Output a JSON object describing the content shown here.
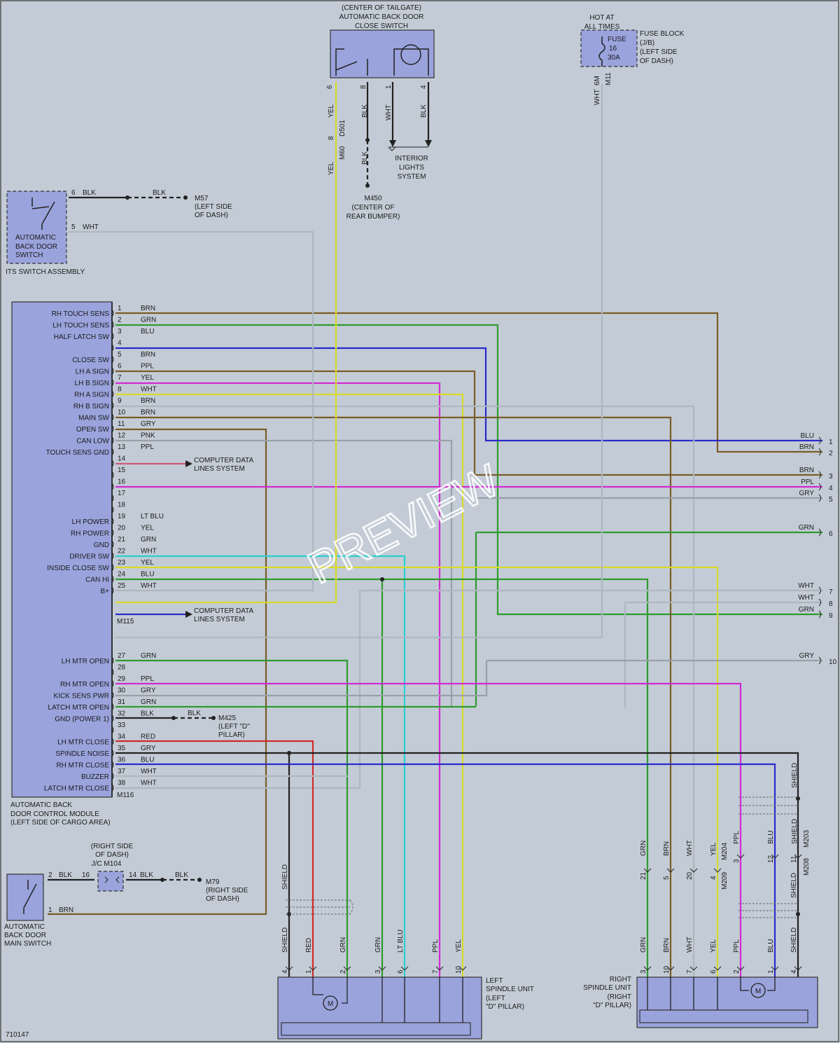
{
  "diagram_id": "710147",
  "watermark": "PREVIEW",
  "colors": {
    "brn": "#7a5c26",
    "grn": "#2f9a2f",
    "blu": "#2a2acc",
    "ppl": "#d22ad2",
    "yel": "#d9d92a",
    "wht": "#aeb6bf",
    "gry": "#98a0a8",
    "pnk": "#cc5a7a",
    "ltblu": "#2ad0d0",
    "red": "#d02a2a",
    "blk": "#222222",
    "bg": "#c3ccd6",
    "comp": "#9aa3dc"
  },
  "top_switch": {
    "lines": [
      "(CENTER OF TAILGATE)",
      "AUTOMATIC BACK DOOR",
      "CLOSE SWITCH"
    ],
    "pins": [
      "6",
      "8",
      "1",
      "4"
    ],
    "wires": [
      "YEL",
      "BLK",
      "WHT",
      "BLK"
    ]
  },
  "connector_d501": {
    "pin": "8",
    "name": "D501",
    "name2": "M60",
    "wire": "YEL"
  },
  "ground_m450": {
    "wire": "BLK",
    "lines": [
      "M450",
      "(CENTER OF",
      "REAR BUMPER)"
    ]
  },
  "interior_lights": [
    "INTERIOR",
    "LIGHTS",
    "SYSTEM"
  ],
  "fuse": {
    "hot": [
      "HOT AT",
      "ALL TIMES"
    ],
    "inner": [
      "FUSE",
      "16",
      "30A"
    ],
    "lines": [
      "FUSE BLOCK",
      "(J/B)",
      "(LEFT SIDE",
      "OF DASH)"
    ],
    "pin": "6M",
    "conn": "M11",
    "wire": "WHT"
  },
  "its_switch": {
    "inner": [
      "AUTOMATIC",
      "BACK DOOR",
      "SWITCH"
    ],
    "name": "ITS SWITCH ASSEMBLY",
    "p6": "6",
    "w6": "BLK",
    "w6b": "BLK",
    "p5": "5",
    "w5": "WHT",
    "ground": [
      "M57",
      "(LEFT SIDE",
      "OF DASH)"
    ]
  },
  "module": {
    "lines": [
      "AUTOMATIC BACK",
      "DOOR CONTROL MODULE",
      "(LEFT SIDE OF CARGO AREA)"
    ],
    "conn1": "M115",
    "conn2": "M116",
    "data_lines_1": [
      "COMPUTER DATA",
      "LINES SYSTEM"
    ],
    "data_lines_2": [
      "COMPUTER DATA",
      "LINES SYSTEM"
    ],
    "m425": [
      "M425",
      "(LEFT \"D\"",
      "PILLAR)"
    ],
    "blk32b": "BLK",
    "pins": [
      {
        "n": "1",
        "sig": "RH TOUCH SENS",
        "wire": "BRN"
      },
      {
        "n": "2",
        "sig": "LH TOUCH SENS",
        "wire": "GRN"
      },
      {
        "n": "3",
        "sig": "HALF LATCH SW",
        "wire": "BLU"
      },
      {
        "n": "4",
        "sig": "",
        "wire": ""
      },
      {
        "n": "5",
        "sig": "CLOSE SW",
        "wire": "BRN"
      },
      {
        "n": "6",
        "sig": "LH A SIGN",
        "wire": "PPL"
      },
      {
        "n": "7",
        "sig": "LH B SIGN",
        "wire": "YEL"
      },
      {
        "n": "8",
        "sig": "RH A SIGN",
        "wire": "WHT"
      },
      {
        "n": "9",
        "sig": "RH B SIGN",
        "wire": "BRN"
      },
      {
        "n": "10",
        "sig": "MAIN SW",
        "wire": "BRN"
      },
      {
        "n": "11",
        "sig": "OPEN SW",
        "wire": "GRY"
      },
      {
        "n": "12",
        "sig": "CAN LOW",
        "wire": "PNK"
      },
      {
        "n": "13",
        "sig": "TOUCH SENS GND",
        "wire": "PPL"
      },
      {
        "n": "14",
        "sig": "",
        "wire": ""
      },
      {
        "n": "15",
        "sig": "",
        "wire": ""
      },
      {
        "n": "16",
        "sig": "",
        "wire": ""
      },
      {
        "n": "17",
        "sig": "",
        "wire": ""
      },
      {
        "n": "18",
        "sig": "",
        "wire": ""
      },
      {
        "n": "19",
        "sig": "LH POWER",
        "wire": "LT BLU"
      },
      {
        "n": "20",
        "sig": "RH POWER",
        "wire": "YEL"
      },
      {
        "n": "21",
        "sig": "GND",
        "wire": "GRN"
      },
      {
        "n": "22",
        "sig": "DRIVER SW",
        "wire": "WHT"
      },
      {
        "n": "23",
        "sig": "INSIDE CLOSE SW",
        "wire": "YEL"
      },
      {
        "n": "24",
        "sig": "CAN HI",
        "wire": "BLU"
      },
      {
        "n": "25",
        "sig": "B+",
        "wire": "WHT"
      },
      {
        "n": "27",
        "sig": "LH MTR OPEN",
        "wire": "GRN"
      },
      {
        "n": "28",
        "sig": "",
        "wire": ""
      },
      {
        "n": "29",
        "sig": "RH MTR OPEN",
        "wire": "PPL"
      },
      {
        "n": "30",
        "sig": "KICK SENS PWR",
        "wire": "GRY"
      },
      {
        "n": "31",
        "sig": "LATCH MTR OPEN",
        "wire": "GRN"
      },
      {
        "n": "32",
        "sig": "GND (POWER 1)",
        "wire": "BLK"
      },
      {
        "n": "33",
        "sig": "",
        "wire": ""
      },
      {
        "n": "34",
        "sig": "LH MTR CLOSE",
        "wire": "RED"
      },
      {
        "n": "35",
        "sig": "SPINDLE NOISE",
        "wire": "GRY"
      },
      {
        "n": "36",
        "sig": "RH MTR CLOSE",
        "wire": "BLU"
      },
      {
        "n": "37",
        "sig": "BUZZER",
        "wire": "WHT"
      },
      {
        "n": "38",
        "sig": "LATCH MTR CLOSE",
        "wire": "WHT"
      }
    ]
  },
  "right_terminals": [
    {
      "n": "1",
      "wire": "BLU"
    },
    {
      "n": "2",
      "wire": "BRN"
    },
    {
      "n": "3",
      "wire": "BRN"
    },
    {
      "n": "4",
      "wire": "PPL"
    },
    {
      "n": "5",
      "wire": "GRY"
    },
    {
      "n": "6",
      "wire": "GRN"
    },
    {
      "n": "7",
      "wire": "WHT"
    },
    {
      "n": "8",
      "wire": "WHT"
    },
    {
      "n": "9",
      "wire": "GRN"
    },
    {
      "n": "10",
      "wire": "GRY"
    }
  ],
  "main_switch": {
    "lines": [
      "AUTOMATIC",
      "BACK DOOR",
      "MAIN SWITCH"
    ],
    "p2": "2",
    "w2": "BLK",
    "p1": "1",
    "w1": "BRN",
    "jc": [
      "(RIGHT SIDE",
      "OF DASH)",
      "J/C M104"
    ],
    "jc_in": "16",
    "jc_out": "14",
    "w14": "BLK",
    "w14b": "BLK",
    "ground": [
      "M79",
      "(RIGHT SIDE",
      "OF DASH)"
    ]
  },
  "left_spindle": {
    "lines": [
      "LEFT",
      "SPINDLE UNIT",
      "(LEFT",
      "\"D\" PILLAR)"
    ],
    "shield_top": "SHIELD",
    "pins": [
      {
        "n": "4",
        "wire": "SHIELD"
      },
      {
        "n": "1",
        "wire": "RED"
      },
      {
        "n": "2",
        "wire": "GRN"
      },
      {
        "n": "3",
        "wire": "GRN"
      },
      {
        "n": "6",
        "wire": "LT BLU"
      },
      {
        "n": "7",
        "wire": "PPL"
      },
      {
        "n": "10",
        "wire": "YEL"
      }
    ]
  },
  "right_spindle": {
    "lines": [
      "RIGHT",
      "SPINDLE UNIT",
      "(RIGHT",
      "\"D\" PILLAR)"
    ],
    "pins": [
      {
        "n": "3",
        "wire": "GRN"
      },
      {
        "n": "10",
        "wire": "BRN"
      },
      {
        "n": "7",
        "wire": "WHT"
      },
      {
        "n": "6",
        "wire": "YEL"
      },
      {
        "n": "2",
        "wire": "PPL"
      },
      {
        "n": "1",
        "wire": "BLU"
      },
      {
        "n": "4",
        "wire": "SHIELD"
      }
    ],
    "conn_upper": [
      {
        "n": "21",
        "wire": "GRN"
      },
      {
        "n": "5",
        "wire": "BRN"
      },
      {
        "n": "20",
        "wire": "WHT"
      },
      {
        "n": "4",
        "wire": "YEL"
      },
      {
        "n": "3",
        "wire": "PPL"
      },
      {
        "n": "12",
        "wire": "BLU"
      },
      {
        "n": "11",
        "wire": "SHIELD"
      }
    ],
    "m204": "M204",
    "m209": "M209",
    "m203": "M203",
    "m208": "M208",
    "shield_top": "SHIELD",
    "shield_mid": "SHIELD"
  }
}
